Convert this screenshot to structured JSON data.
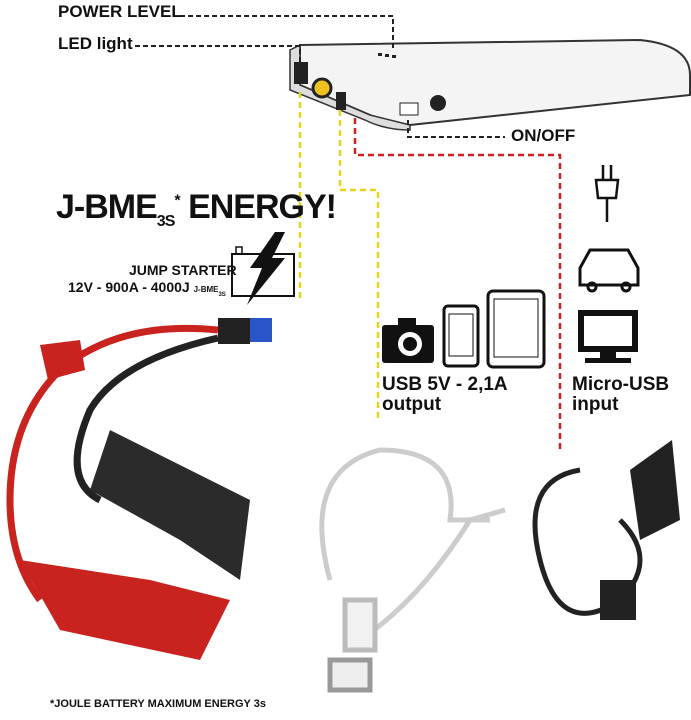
{
  "labels": {
    "power_level": "POWER LEVEL",
    "led_light": "LED light",
    "on_off": "ON/OFF",
    "title_main": "J-BME",
    "title_sub": "3S",
    "title_star": "*",
    "title_tail": "ENERGY!",
    "jump_starter": "JUMP STARTER",
    "jump_specs": "12V - 900A  - 4000J",
    "jump_specs_small": "J-BME",
    "jump_specs_small_sub": "3S",
    "usb_output_line1": "USB 5V - 2,1A",
    "usb_output_line2": "output",
    "micro_usb_line1": "Micro-USB",
    "micro_usb_line2": "input",
    "footnote": "*JOULE BATTERY MAXIMUM ENERGY 3s"
  },
  "colors": {
    "yellow_line": "#e8d21a",
    "red_line": "#d02020",
    "clamp_red": "#c8231f"
  }
}
